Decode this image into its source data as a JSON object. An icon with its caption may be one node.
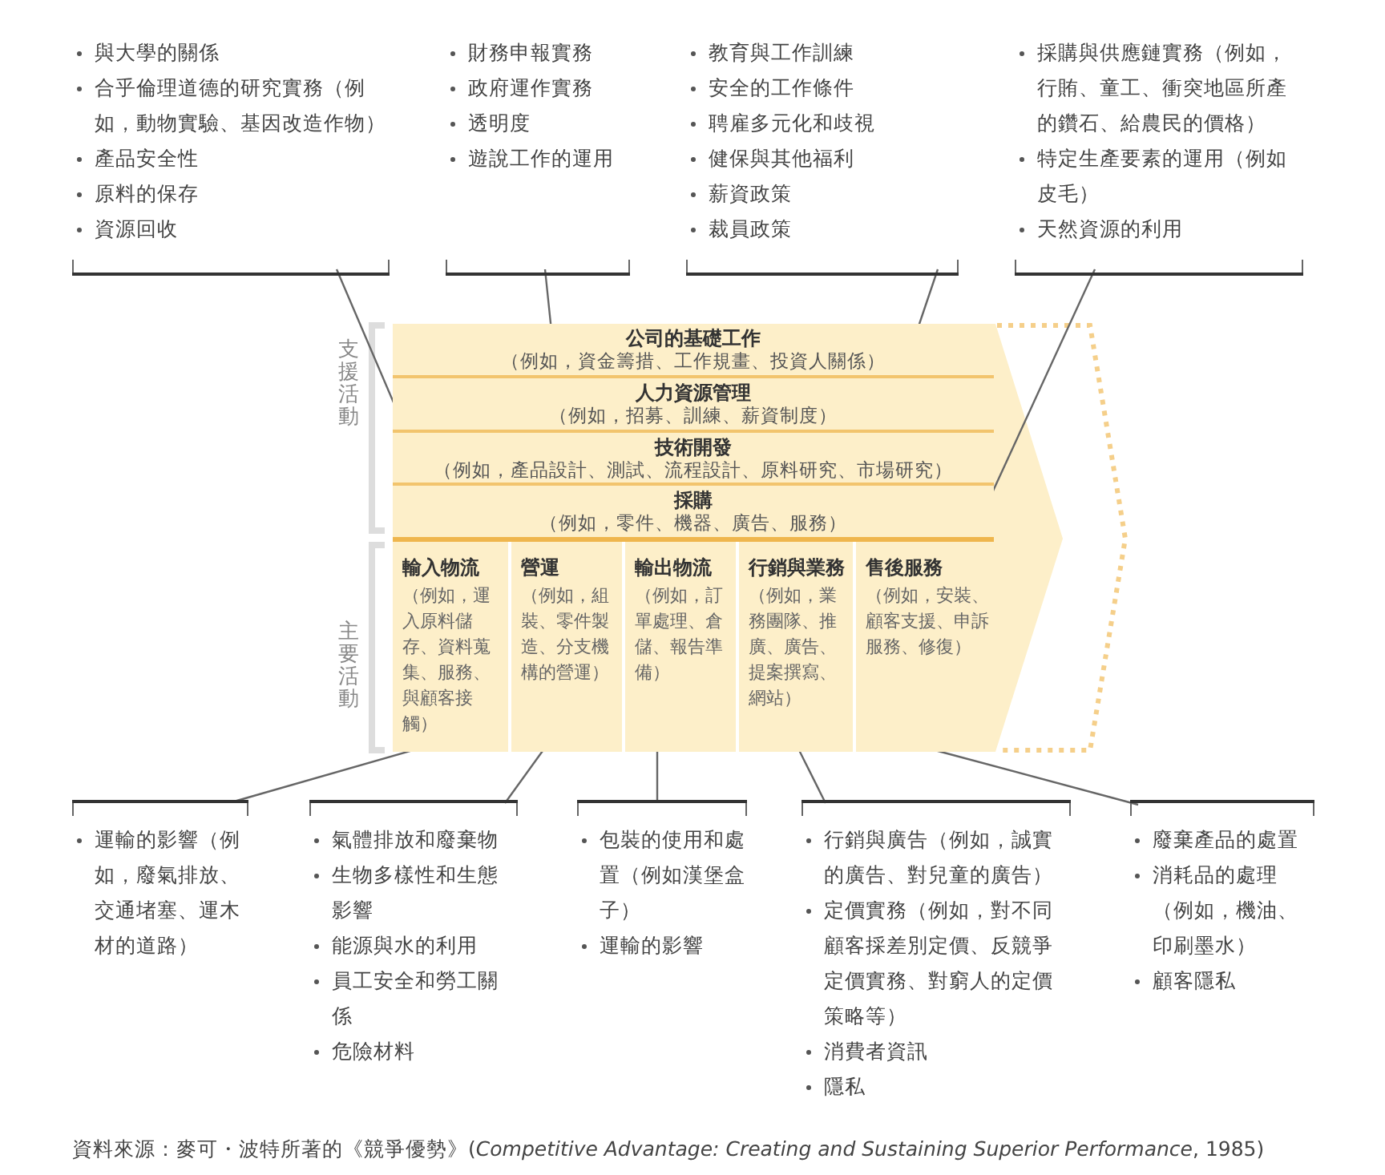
{
  "diagram": {
    "nodes": [
      {
        "text": [
          "公司的基礎工作",
          "（例如，資金籌措、工作規畫、投資人關係）"
        ]
      },
      {
        "text": [
          "人力資源管理",
          "（例如，招募、訓練、薪資制度）"
        ]
      },
      {
        "text": [
          "技術開發",
          "（例如，產品設計、測試、流程設計、原料研究、市場研究）"
        ]
      },
      {
        "text": [
          "採購",
          "（例如，零件、機器、廣告、服務）"
        ]
      },
      {
        "text": [
          "輸入物流",
          "（例如，運入原料儲存、資料蒐集、服務、與顧客接觸）"
        ]
      },
      {
        "text": [
          "營運",
          "（例如，組裝、零件製造、分支機構的營運）"
        ]
      },
      {
        "text": [
          "輸出物流",
          "（例如，訂單處理、倉儲、報告準備）"
        ]
      },
      {
        "text": [
          "行銷與業務",
          "（例如，業務團隊、推廣、廣告、提案撰寫、網站）"
        ]
      },
      {
        "text": [
          "售後服務",
          "（例如，安裝、顧客支援、申訴服務、修復）"
        ]
      },
      {
        "text": [
          "與大學的關係",
          "合乎倫理道德的研究實務（例如，動物實驗、基因改造作物）",
          "產品安全性",
          "原料的保存",
          "資源回收"
        ]
      },
      {
        "text": [
          "財務申報實務",
          "政府運作實務",
          "透明度",
          "遊說工作的運用"
        ]
      },
      {
        "text": [
          "教育與工作訓練",
          "安全的工作條件",
          "聘雇多元化和歧視",
          "健保與其他福利",
          "薪資政策",
          "裁員政策"
        ]
      },
      {
        "text": [
          "採購與供應鏈實務（例如，行賄、童工、衝突地區所產的鑽石、給農民的價格）",
          "特定生產要素的運用（例如皮毛）",
          "天然資源的利用"
        ]
      },
      {
        "text": [
          "運輸的影響（例如，廢氣排放、交通堵塞、運木材的道路）"
        ]
      },
      {
        "text": [
          "氣體排放和廢棄物",
          "生物多樣性和生態影響",
          "能源與水的利用",
          "員工安全和勞工關係",
          "危險材料"
        ]
      },
      {
        "text": [
          "包裝的使用和處置（例如漢堡盒子）",
          "運輸的影響"
        ]
      },
      {
        "text": [
          "行銷與廣告（例如，誠實的廣告、對兒童的廣告）",
          "定價實務（例如，對不同顧客採差別定價、反競爭定價實務、對窮人的定價策略等）",
          "消費者資訊",
          "隱私"
        ]
      },
      {
        "text": [
          "廢棄產品的處置",
          "消耗品的處理（例如，機油、印刷墨水）",
          "顧客隱私"
        ]
      }
    ],
    "edges": [
      {
        "from": 9,
        "to": 2,
        "arrow": "none"
      },
      {
        "from": 10,
        "to": 0,
        "arrow": "none"
      },
      {
        "from": 11,
        "to": 1,
        "arrow": "none"
      },
      {
        "from": 12,
        "to": 3,
        "arrow": "none"
      },
      {
        "from": 13,
        "to": 4,
        "arrow": "none"
      },
      {
        "from": 14,
        "to": 5,
        "arrow": "none"
      },
      {
        "from": 15,
        "to": 6,
        "arrow": "none"
      },
      {
        "from": 16,
        "to": 7,
        "arrow": "none"
      },
      {
        "from": 17,
        "to": 8,
        "arrow": "none"
      }
    ],
    "labels": [
      "支援活動",
      "主要活動"
    ],
    "caption": "資料來源：麥可・波特所著的《競爭優勢》(*Competitive Advantage: Creating and Sustaining Superior Performance*, 1985)"
  }
}
